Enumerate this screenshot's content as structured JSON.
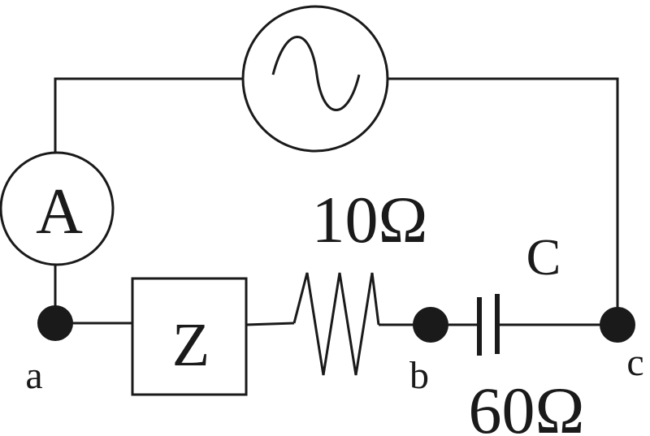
{
  "diagram": {
    "ammeter_label": "A",
    "impedance_label": "Z",
    "resistor_value": "10Ω",
    "capacitor_label": "C",
    "capacitor_value": "60Ω",
    "nodes": {
      "a": "a",
      "b": "b",
      "c": "c"
    },
    "source_icon": "ac-source-icon",
    "colors": {
      "ink": "#1a1a1a",
      "background": "#ffffff"
    }
  }
}
